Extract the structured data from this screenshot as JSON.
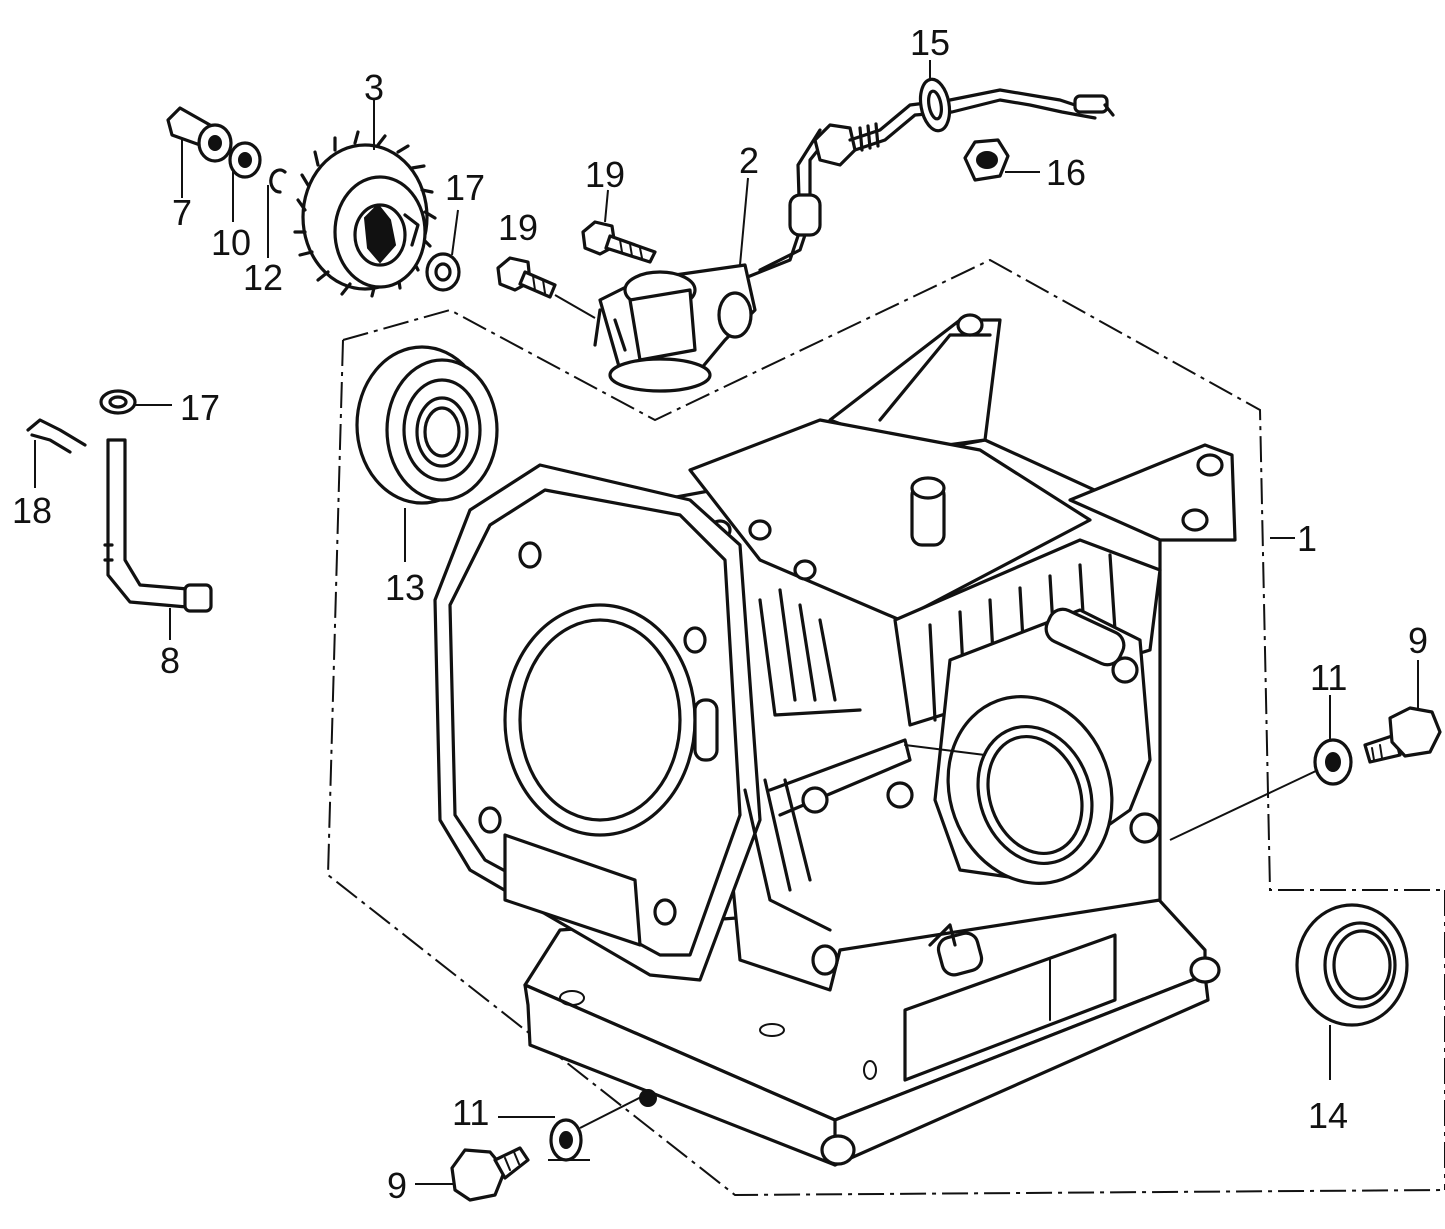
{
  "callouts": {
    "c1": "1",
    "c2": "2",
    "c3": "3",
    "c7": "7",
    "c8": "8",
    "c9a": "9",
    "c9b": "9",
    "c10": "10",
    "c11a": "11",
    "c11b": "11",
    "c12": "12",
    "c13": "13",
    "c14": "14",
    "c15": "15",
    "c16": "16",
    "c17a": "17",
    "c17b": "17",
    "c18": "18",
    "c19a": "19",
    "c19b": "19"
  },
  "colors": {
    "ink": "#111111",
    "paper": "#ffffff"
  }
}
